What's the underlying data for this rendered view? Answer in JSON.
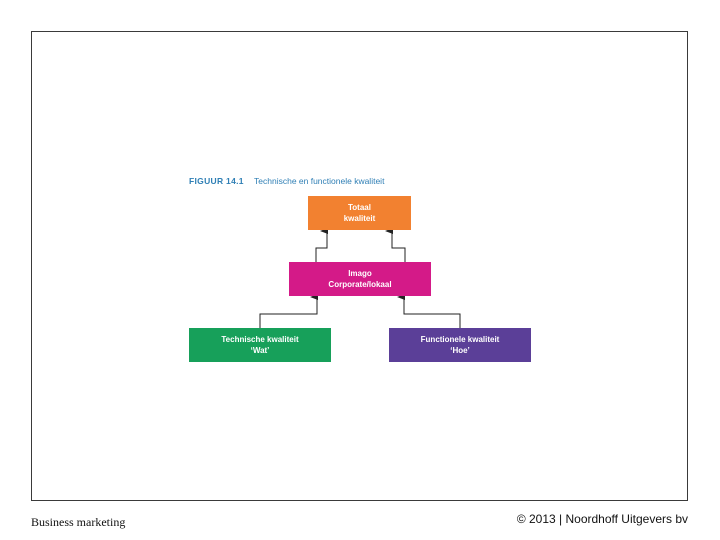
{
  "figure": {
    "label": "FIGUUR 14.1",
    "title": "Technische en functionele kwaliteit"
  },
  "nodes": {
    "totaal": {
      "line1": "Totaal",
      "line2": "kwaliteit",
      "color": "#f28130"
    },
    "imago": {
      "line1": "Imago",
      "line2": "Corporate/lokaal",
      "color": "#d41a88"
    },
    "technisch": {
      "line1": "Technische kwaliteit",
      "line2": "‘Wat’",
      "color": "#17a05a"
    },
    "functioneel": {
      "line1": "Functionele kwaliteit",
      "line2": "‘Hoe’",
      "color": "#5b3f98"
    }
  },
  "footer": {
    "left": "Business marketing",
    "right": "© 2013  |  Noordhoff Uitgevers bv"
  }
}
